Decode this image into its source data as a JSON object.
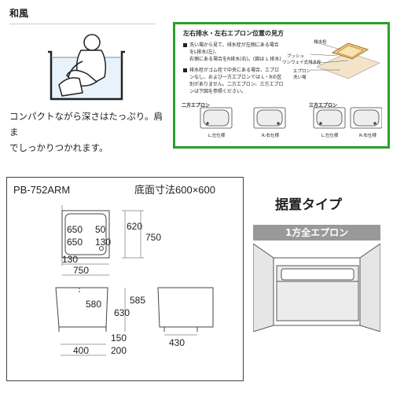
{
  "section": {
    "title": "和風"
  },
  "description": {
    "line1": "コンパクトながら深さはたっぷり。肩ま",
    "line2": "でしっかりつかれます。"
  },
  "drain_info": {
    "title": "左右排水・左右エプロン位置の見方",
    "bullet1": [
      "洗い場から見て、排水栓が左側にある場合",
      "をL排水(左)、",
      "右側にある場合をR排水(右)。(図は L 排水)"
    ],
    "bullet2": [
      "排水栓がゴム栓で中央にある場合、エプロ",
      "ンなし、および一方エプロンでは L・Rの区",
      "別がありません。二方エプロン、三方エプロ",
      "ンは下図を参照ください。"
    ],
    "diagram_labels": {
      "drain": "排水栓",
      "brush": "ブッシュ",
      "brush2": "ワンウェイ式排水栓",
      "apron": "エプロン",
      "washing_area": "洗い場"
    },
    "two_apron_label": "二方エプロン",
    "three_apron_label": "三方エプロン",
    "variants": [
      "L:左仕様",
      "R:右仕様",
      "L:左仕様",
      "R:右仕様"
    ]
  },
  "product": {
    "model": "PB-752ARM",
    "bottom_size": "底面寸法600×600",
    "dims_top": {
      "a": "650",
      "b": "50",
      "c": "650",
      "d": "130",
      "e": "620",
      "f": "750",
      "g": "130",
      "h": "750"
    },
    "dims_front": {
      "a": "580",
      "b": "585",
      "c": "630",
      "d": "150",
      "e": "400",
      "f": "200"
    },
    "dims_side": {
      "a": "430"
    }
  },
  "install": {
    "title": "据置タイプ",
    "type_label": "1方全エプロン"
  }
}
